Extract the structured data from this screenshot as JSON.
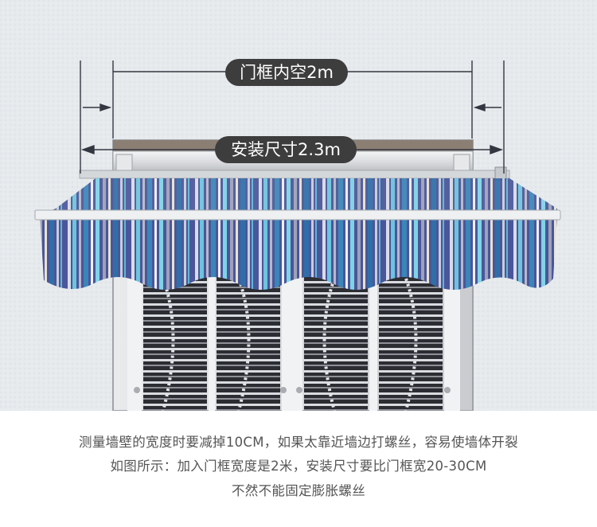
{
  "image": {
    "dimension_labels": {
      "door_frame_inner": "门框内空2m",
      "install_size": "安装尺寸2.3m"
    }
  },
  "caption": {
    "line1": "测量墙壁的宽度时要减掉10CM，如果太靠近墙边打螺丝，容易使墙体开裂",
    "line2": "如图所示：加入门框宽度是2米，安装尺寸要比门框宽20-30CM",
    "line3": "不然不能固定膨胀螺丝"
  },
  "colors": {
    "label_pill": "#3d3d3d",
    "caption_text": "#555555",
    "wall": "#e6eaed"
  }
}
